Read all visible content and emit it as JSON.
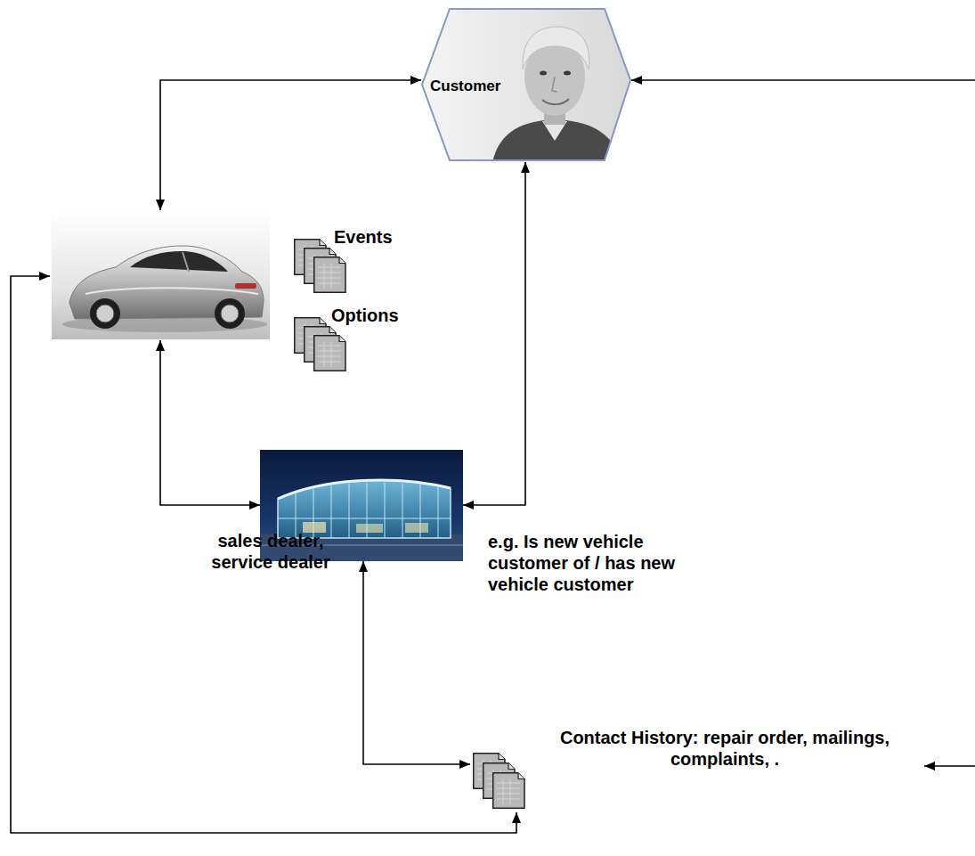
{
  "diagram": {
    "nodes": [
      {
        "text": [
          "Customer"
        ]
      },
      {
        "text": [
          "Events",
          "Options"
        ]
      },
      {
        "text": [
          "sales dealer, service dealer"
        ]
      },
      {
        "text": [
          "Contact History: repair order, mailings, complaints, ."
        ]
      }
    ],
    "edges": [
      {
        "from": 0,
        "to": 1,
        "arrow": "both"
      },
      {
        "from": 0,
        "to": 2,
        "label": "e.g. Is new vehicle customer of / has new vehicle customer",
        "arrow": "both"
      },
      {
        "from": 1,
        "to": 2,
        "arrow": "both"
      },
      {
        "from": 2,
        "to": 3,
        "arrow": "both"
      },
      {
        "from": 3,
        "to": 1,
        "arrow": "both"
      },
      {
        "from": 0,
        "to": 3,
        "arrow": "both"
      }
    ]
  }
}
